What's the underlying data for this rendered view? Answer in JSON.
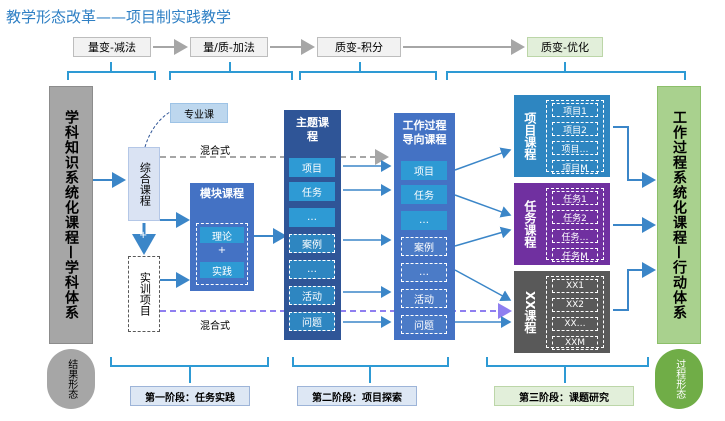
{
  "title": "教学形态改革——项目制实践教学",
  "stages": [
    "量变-减法",
    "量/质-加法",
    "质变-积分",
    "质变-优化"
  ],
  "left_system": "学科知识系统化课程—学科体系",
  "left_label": "结果形态",
  "right_system": "工作过程系统化课程—行动体系",
  "right_label": "过程形态",
  "specialized": "专业课",
  "mixed_top": "混合式",
  "mixed_bottom": "混合式",
  "comprehensive": "综合课程",
  "plus": "+",
  "practice": "实训项目",
  "module": {
    "title": "模块课程",
    "theory": "理论",
    "plus": "+",
    "practice": "实践"
  },
  "theme": {
    "title": "主题课程",
    "items": [
      "项目",
      "任务",
      "…",
      "案例",
      "…",
      "活动",
      "问题"
    ]
  },
  "work": {
    "title": "工作过程导向课程",
    "items": [
      "项目",
      "任务",
      "…",
      "案例",
      "…",
      "活动",
      "问题"
    ]
  },
  "proj": {
    "title": "项目课程",
    "items": [
      "项目1",
      "项目2",
      "项目…",
      "项目M"
    ]
  },
  "task": {
    "title": "任务课程",
    "items": [
      "任务1",
      "任务2",
      "任务…",
      "任务M"
    ]
  },
  "xx": {
    "title": "XX课程",
    "items": [
      "XX1",
      "XX2",
      "XX…",
      "XXM"
    ]
  },
  "phases": [
    "第一阶段：任务实践",
    "第二阶段：项目探索",
    "第三阶段：课题研究"
  ]
}
